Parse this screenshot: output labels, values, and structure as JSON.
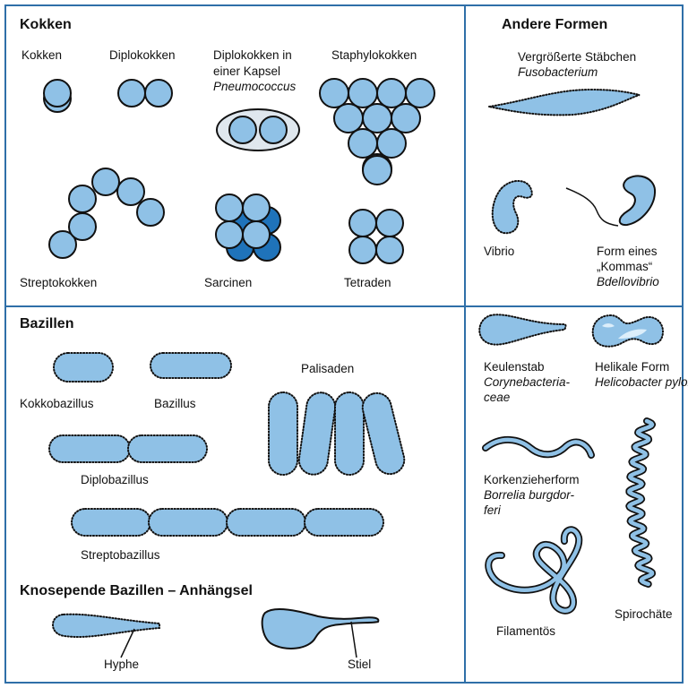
{
  "sections": {
    "kokken": "Kokken",
    "bazillen": "Bazillen",
    "knospend": "Knosepende Bazillen – Anhängsel",
    "andere": "Andere Formen"
  },
  "labels": {
    "kokken": "Kokken",
    "diplokokken": "Diplokokken",
    "diplokokken_kapsel_1": "Diplokokken in",
    "diplokokken_kapsel_2": "einer Kapsel",
    "pneumococcus": "Pneumococcus",
    "staphylokokken": "Staphylokokken",
    "streptokokken": "Streptokokken",
    "sarcinen": "Sarcinen",
    "tetraden": "Tetraden",
    "kokkobazillus": "Kokkobazillus",
    "bazillus": "Bazillus",
    "palisaden": "Palisaden",
    "diplobazillus": "Diplobazillus",
    "streptobazillus": "Streptobazillus",
    "hyphe": "Hyphe",
    "stiel": "Stiel",
    "staebchen": "Vergrößerte Stäbchen",
    "fusobacterium": "Fusobacterium",
    "vibrio": "Vibrio",
    "komma_1": "Form eines",
    "komma_2": "„Kommas“",
    "bdellovibrio": "Bdellovibrio",
    "keulenstab": "Keulenstab",
    "coryne_1": "Corynebacteria-",
    "coryne_2": "ceae",
    "helikal": "Helikale Form",
    "helicobacter": "Helicobacter pylori",
    "korkenzieher": "Korkenzieherform",
    "borrelia_1": "Borrelia burgdor-",
    "borrelia_2": "feri",
    "filamentoes": "Filamentös",
    "spirochaete": "Spirochäte"
  },
  "colors": {
    "cell": "#8fc1e6",
    "cell_dark": "#1f73ba",
    "frame": "#2f6fa8",
    "capsule": "#dfe7ee"
  }
}
